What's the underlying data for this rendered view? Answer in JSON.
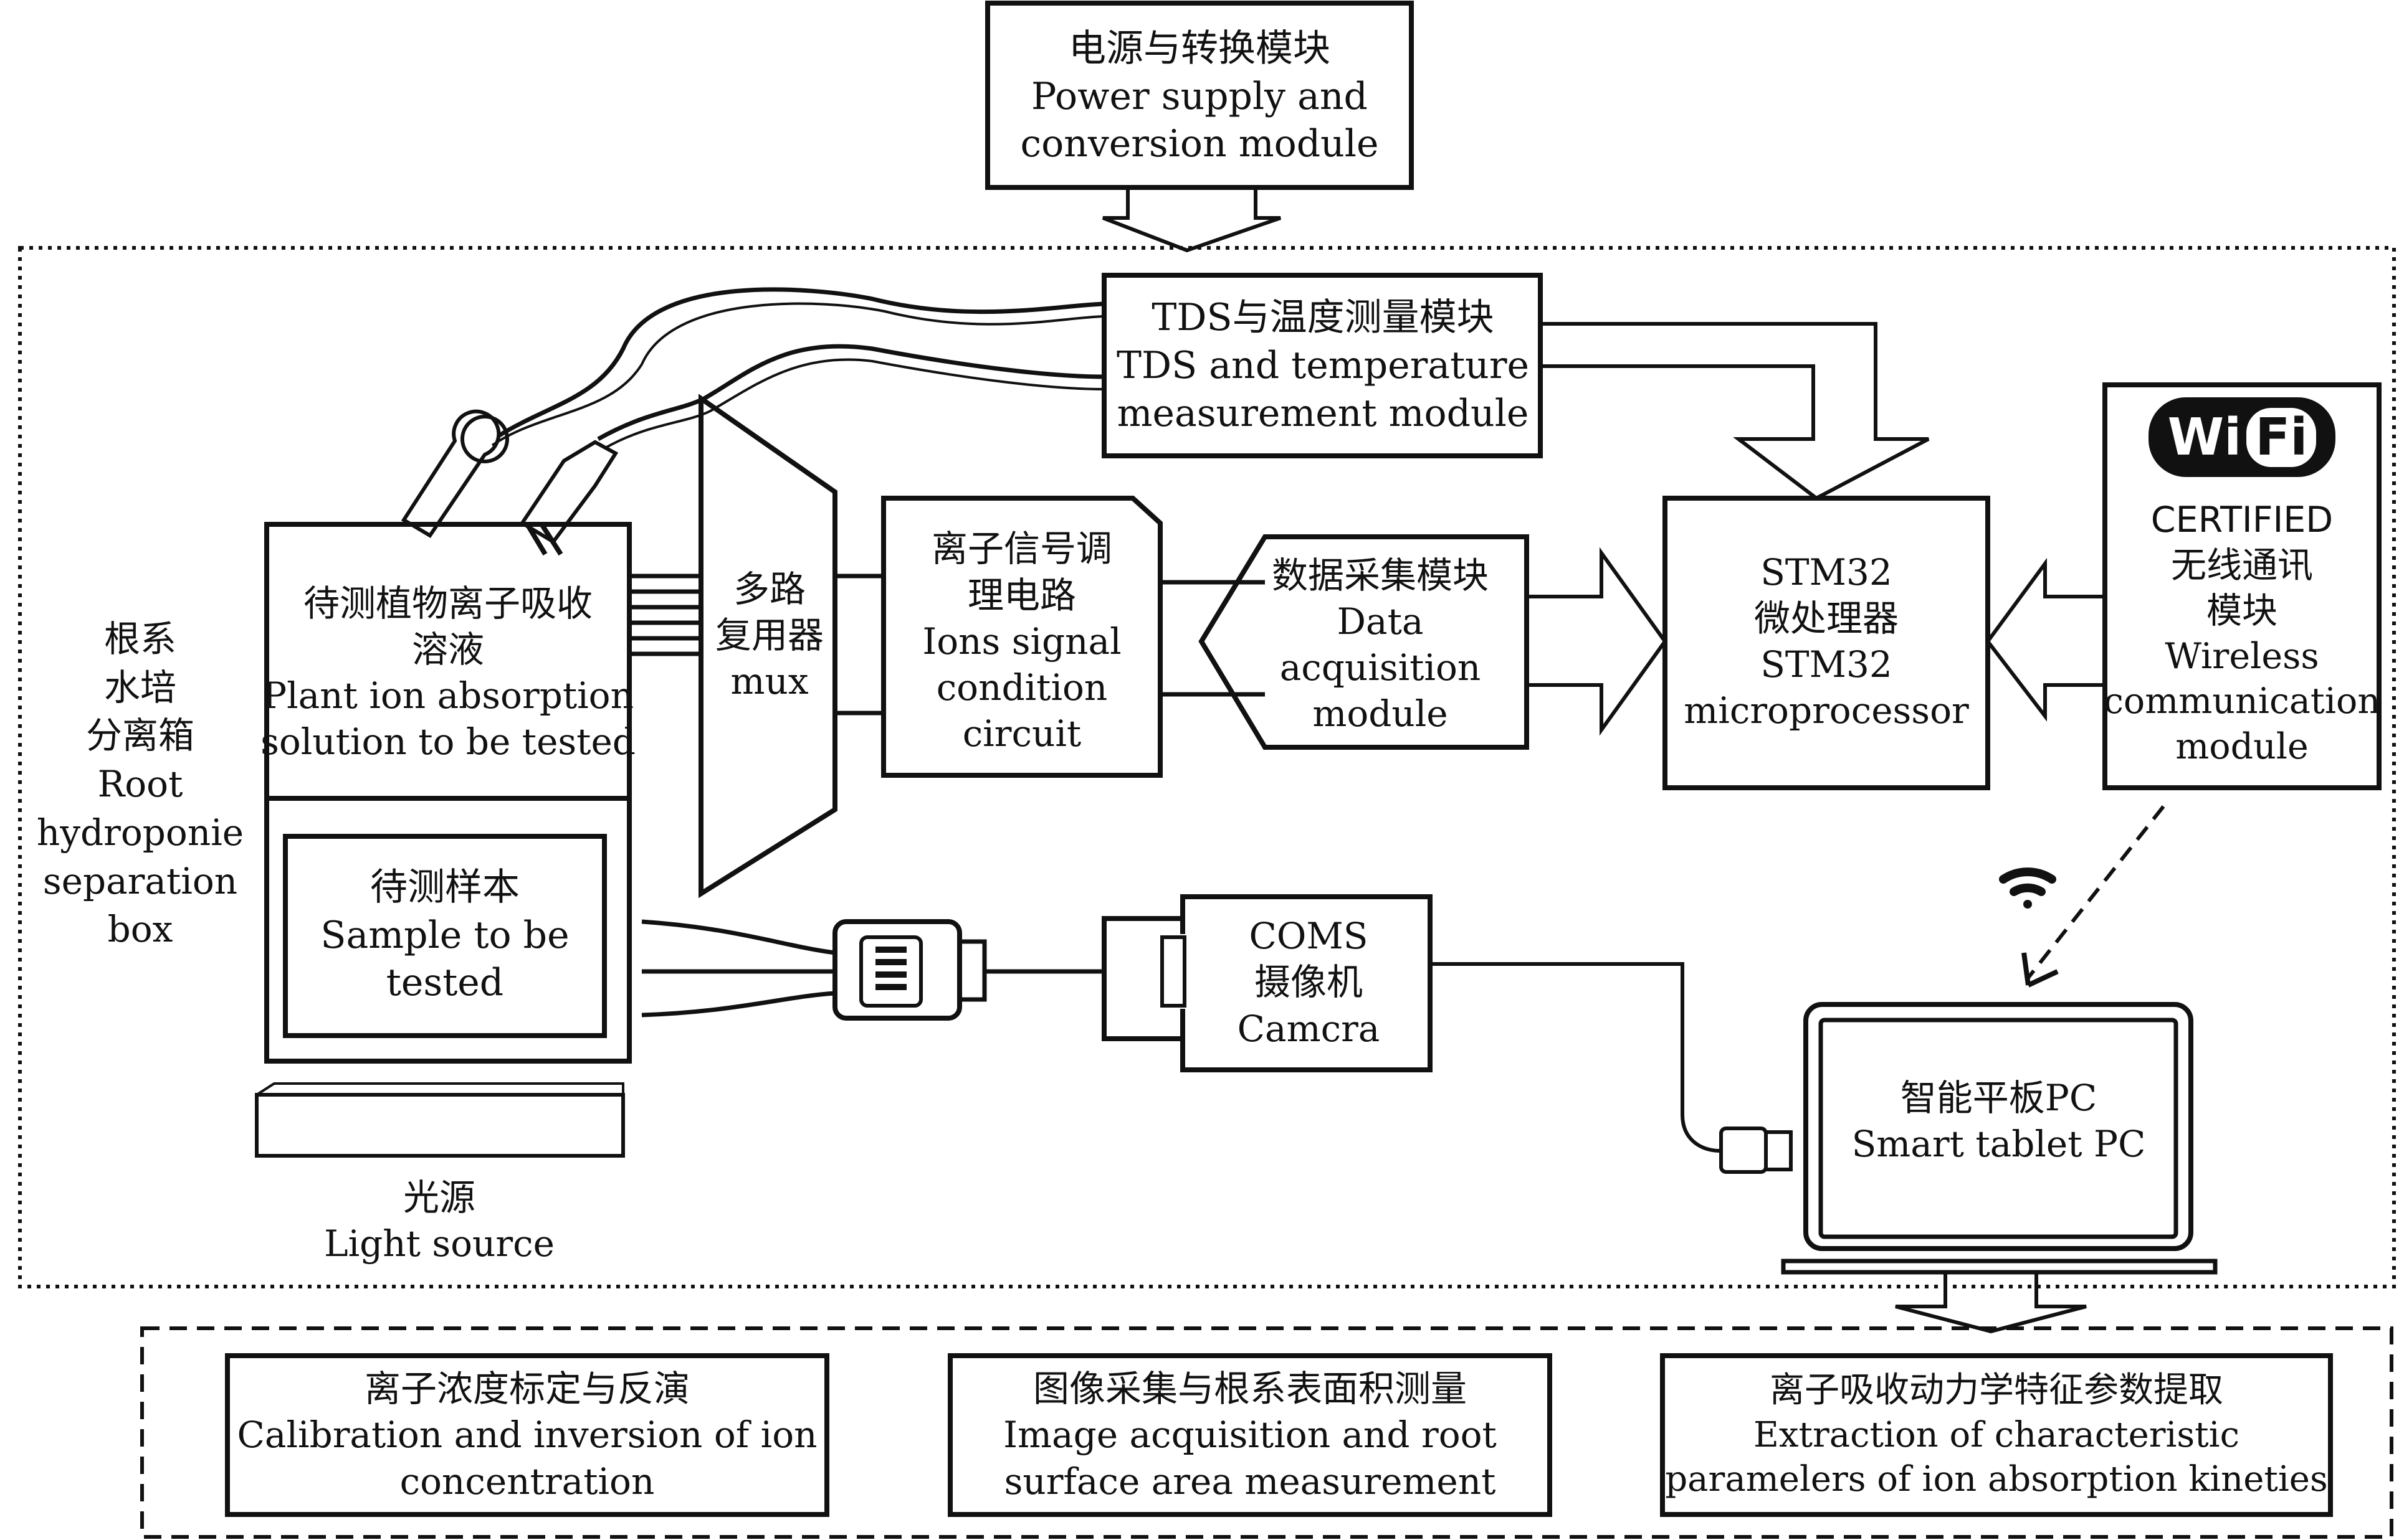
{
  "power_module": {
    "zh": "电源与转换模块",
    "en1": "Power supply and",
    "en2": "conversion module"
  },
  "tds_module": {
    "zh": "TDS与温度测量模块",
    "en1": "TDS and temperature",
    "en2": "measurement module"
  },
  "solution_box": {
    "zh1": "待测植物离子吸收",
    "zh2": "溶液",
    "en1": "Plant ion absorption",
    "en2": "solution to be tested"
  },
  "sample_box": {
    "zh": "待测样本",
    "en1": "Sample to be",
    "en2": "tested"
  },
  "root_box_label": {
    "zh1": "根系",
    "zh2": "水培",
    "zh3": "分离箱",
    "en1": "Root",
    "en2": "hydroponie",
    "en3": "separation",
    "en4": "box"
  },
  "mux": {
    "zh1": "多路",
    "zh2": "复用器",
    "en": "mux"
  },
  "ion_circuit": {
    "zh1": "离子信号调",
    "zh2": "理电路",
    "en1": "Ions signal",
    "en2": "condition",
    "en3": "circuit"
  },
  "data_acq": {
    "zh": "数据采集模块",
    "en1": "Data",
    "en2": "acquisition",
    "en3": "module"
  },
  "stm32": {
    "l1": "STM32",
    "l2": "微处理器",
    "l3": "STM32",
    "l4": "microprocessor"
  },
  "wireless": {
    "logo_wi": "Wi",
    "logo_fi": "Fi",
    "certified": "CERTIFIED",
    "zh1": "无线通讯",
    "zh2": "模块",
    "en1": "Wireless",
    "en2": "communication",
    "en3": "module"
  },
  "camera": {
    "l1": "COMS",
    "l2": "摄像机",
    "l3": "Camcra"
  },
  "tablet": {
    "zh": "智能平板PC",
    "en": "Smart tablet PC"
  },
  "light_source": {
    "zh": "光源",
    "en": "Light source"
  },
  "bottom_tasks": [
    {
      "zh": "离子浓度标定与反演",
      "en1": "Calibration and inversion of ion",
      "en2": "concentration"
    },
    {
      "zh": "图像采集与根系表面积测量",
      "en1": "Image acquisition and root",
      "en2": "surface area measurement"
    },
    {
      "zh": "离子吸收动力学特征参数提取",
      "en1": "Extraction of characteristic",
      "en2": "paramelers of ion absorption kineties"
    }
  ]
}
